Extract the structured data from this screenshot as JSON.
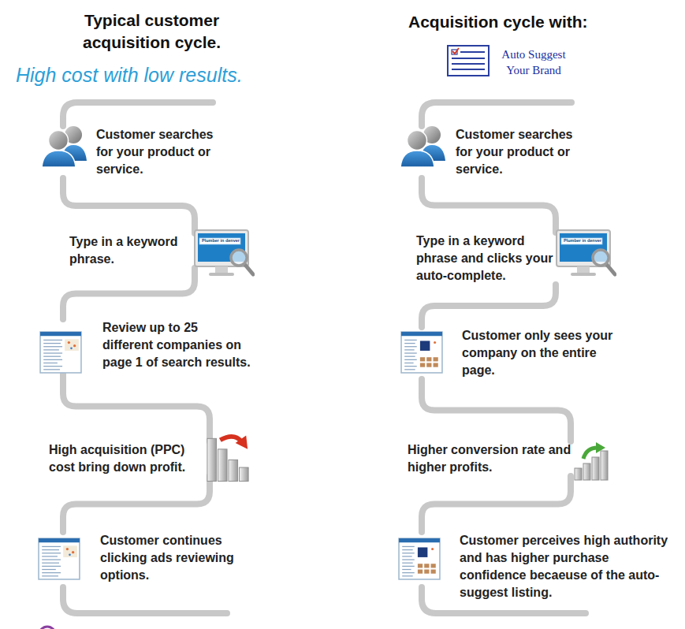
{
  "diagram": {
    "nodes": [
      {
        "text": [
          "Customer searches for your product or service."
        ]
      },
      {
        "text": [
          "Type in a keyword phrase."
        ]
      },
      {
        "text": [
          "Review up to 25 different companies on page 1 of search results."
        ]
      },
      {
        "text": [
          "High acquisition (PPC) cost bring down profit."
        ]
      },
      {
        "text": [
          "Customer continues clicking ads reviewing options."
        ]
      },
      {
        "text": [
          "Customer searches for your product or service."
        ]
      },
      {
        "text": [
          "Type in a keyword phrase and clicks your auto-complete."
        ]
      },
      {
        "text": [
          "Customer only sees your company on the entire page."
        ]
      },
      {
        "text": [
          "Higher conversion rate and higher profits."
        ]
      },
      {
        "text": [
          "Customer perceives high authority and has higher purchase confidence becaeuse of the auto-suggest listing."
        ]
      }
    ],
    "edges": [
      {
        "from": 0,
        "to": 1,
        "arrow": "none"
      },
      {
        "from": 1,
        "to": 2,
        "arrow": "none"
      },
      {
        "from": 2,
        "to": 3,
        "arrow": "none"
      },
      {
        "from": 3,
        "to": 4,
        "arrow": "none"
      },
      {
        "from": 5,
        "to": 6,
        "arrow": "none"
      },
      {
        "from": 6,
        "to": 7,
        "arrow": "none"
      },
      {
        "from": 7,
        "to": 8,
        "arrow": "none"
      },
      {
        "from": 8,
        "to": 9,
        "arrow": "none"
      }
    ],
    "labels": [
      "Typical customer acquisition cycle.",
      "High cost with low results.",
      "Acquisition cycle with:",
      "Auto Suggest Your Brand",
      "Plumber in denver",
      "Plumber in denver"
    ]
  }
}
